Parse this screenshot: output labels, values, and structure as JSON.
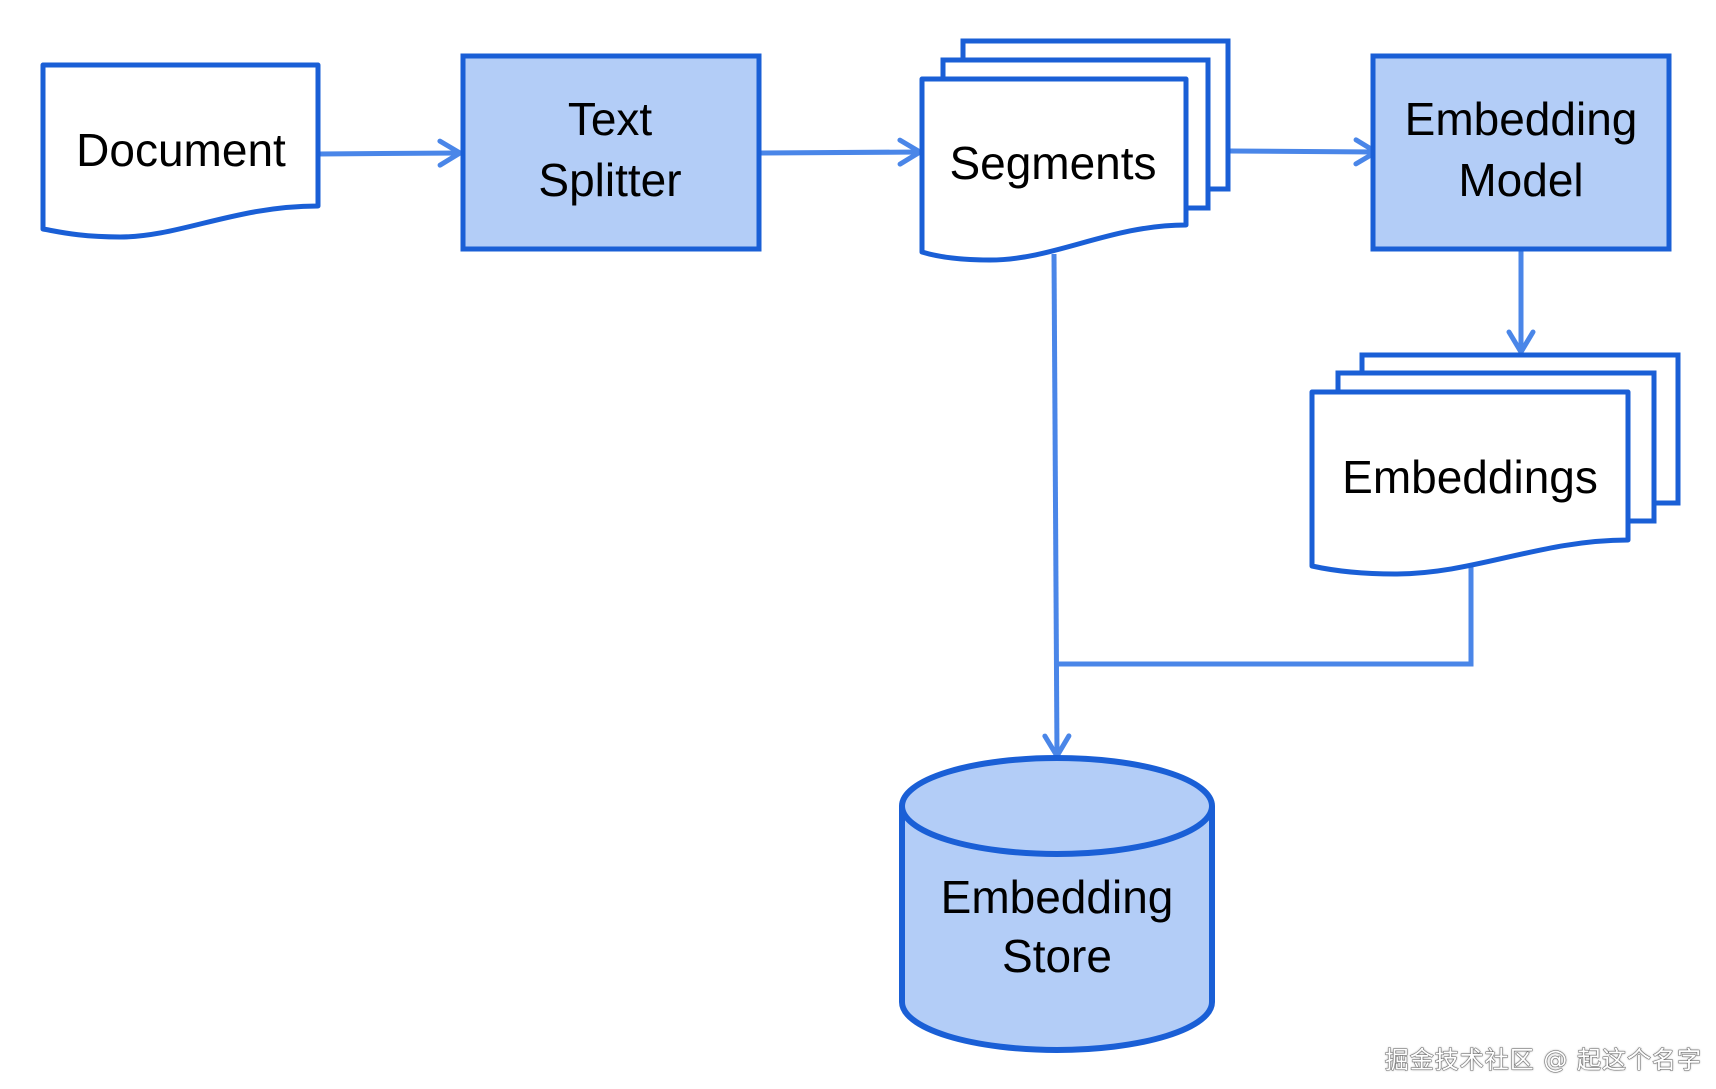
{
  "colors": {
    "stroke": "#1a5fd6",
    "fill_light_blue": "#b3cdf7",
    "fill_white": "#ffffff",
    "connector": "#4a86e8",
    "text": "#000000"
  },
  "nodes": {
    "document": {
      "label": "Document",
      "shape": "document"
    },
    "text_splitter": {
      "line1": "Text",
      "line2": "Splitter",
      "shape": "process"
    },
    "segments": {
      "label": "Segments",
      "shape": "multi-document"
    },
    "embedding_model": {
      "line1": "Embedding",
      "line2": "Model",
      "shape": "process"
    },
    "embeddings": {
      "label": "Embeddings",
      "shape": "multi-document"
    },
    "embedding_store": {
      "line1": "Embedding",
      "line2": "Store",
      "shape": "database"
    }
  },
  "edges": [
    {
      "from": "Document",
      "to": "Text Splitter"
    },
    {
      "from": "Text Splitter",
      "to": "Segments"
    },
    {
      "from": "Segments",
      "to": "Embedding Model"
    },
    {
      "from": "Embedding Model",
      "to": "Embeddings"
    },
    {
      "from": "Segments",
      "to": "Embedding Store"
    },
    {
      "from": "Embeddings",
      "to": "Embedding Store"
    }
  ],
  "watermark": "掘金技术社区 @ 起这个名字"
}
